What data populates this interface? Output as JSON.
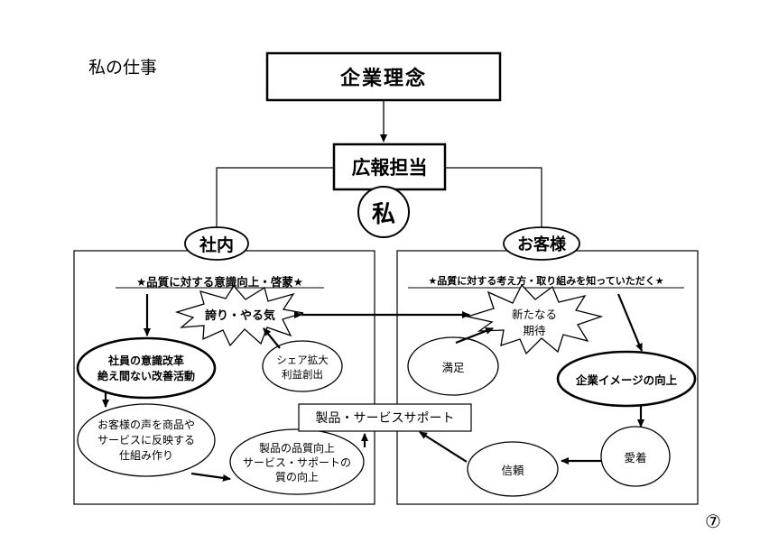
{
  "page_title": "私の仕事",
  "page_number": "⑦",
  "top": {
    "philosophy": "企業理念",
    "pr_role": "広報担当",
    "me": "私"
  },
  "internal": {
    "header": "社内",
    "heading": "★品質に対する意識向上・啓蒙★",
    "pride": "誇り・やる気",
    "share_lines": [
      "シェア拡大",
      "利益創出"
    ],
    "awareness_lines": [
      "社員の意識改革",
      "絶え間ない改善活動"
    ],
    "voice_lines": [
      "お客様の声を商品や",
      "サービスに反映する",
      "仕組み作り"
    ],
    "quality_lines": [
      "製品の品質向上",
      "サービス・サポートの",
      "質の向上"
    ]
  },
  "customer": {
    "header": "お客様",
    "heading": "★品質に対する考え方・取り組みを知っていただく★",
    "expectation_lines": [
      "新たなる",
      "期待"
    ],
    "satisfaction": "満足",
    "image": "企業イメージの向上",
    "attachment": "愛着",
    "trust": "信頼"
  },
  "product_support": "製品・サービスサポート"
}
